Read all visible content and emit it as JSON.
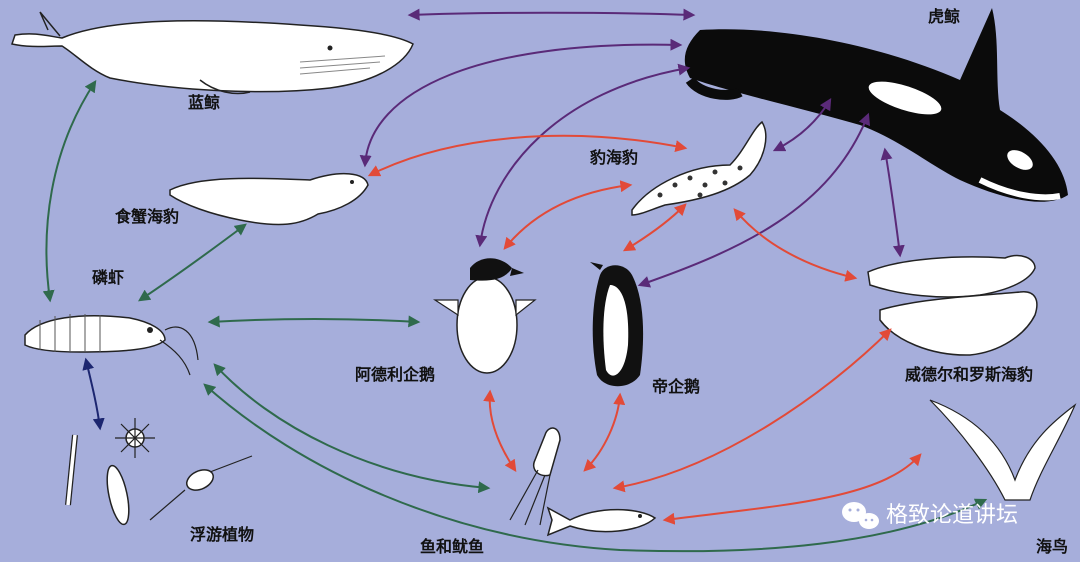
{
  "colors": {
    "background": "#a6aedb",
    "purple": "#5a2a78",
    "red": "#e24a38",
    "green": "#2f6a4c",
    "navy": "#1c2670"
  },
  "labels": {
    "blue_whale": "蓝鲸",
    "orca": "虎鲸",
    "crabeater_seal": "食蟹海豹",
    "leopard_seal": "豹海豹",
    "krill": "磷虾",
    "adelie_penguin": "阿德利企鹅",
    "emperor_penguin": "帝企鹅",
    "weddell_ross_seal": "威德尔和罗斯海豹",
    "phytoplankton": "浮游植物",
    "fish_squid": "鱼和鱿鱼",
    "seabird": "海鸟"
  },
  "watermark": {
    "icon": "wechat-icon",
    "text": "格致论道讲坛"
  }
}
